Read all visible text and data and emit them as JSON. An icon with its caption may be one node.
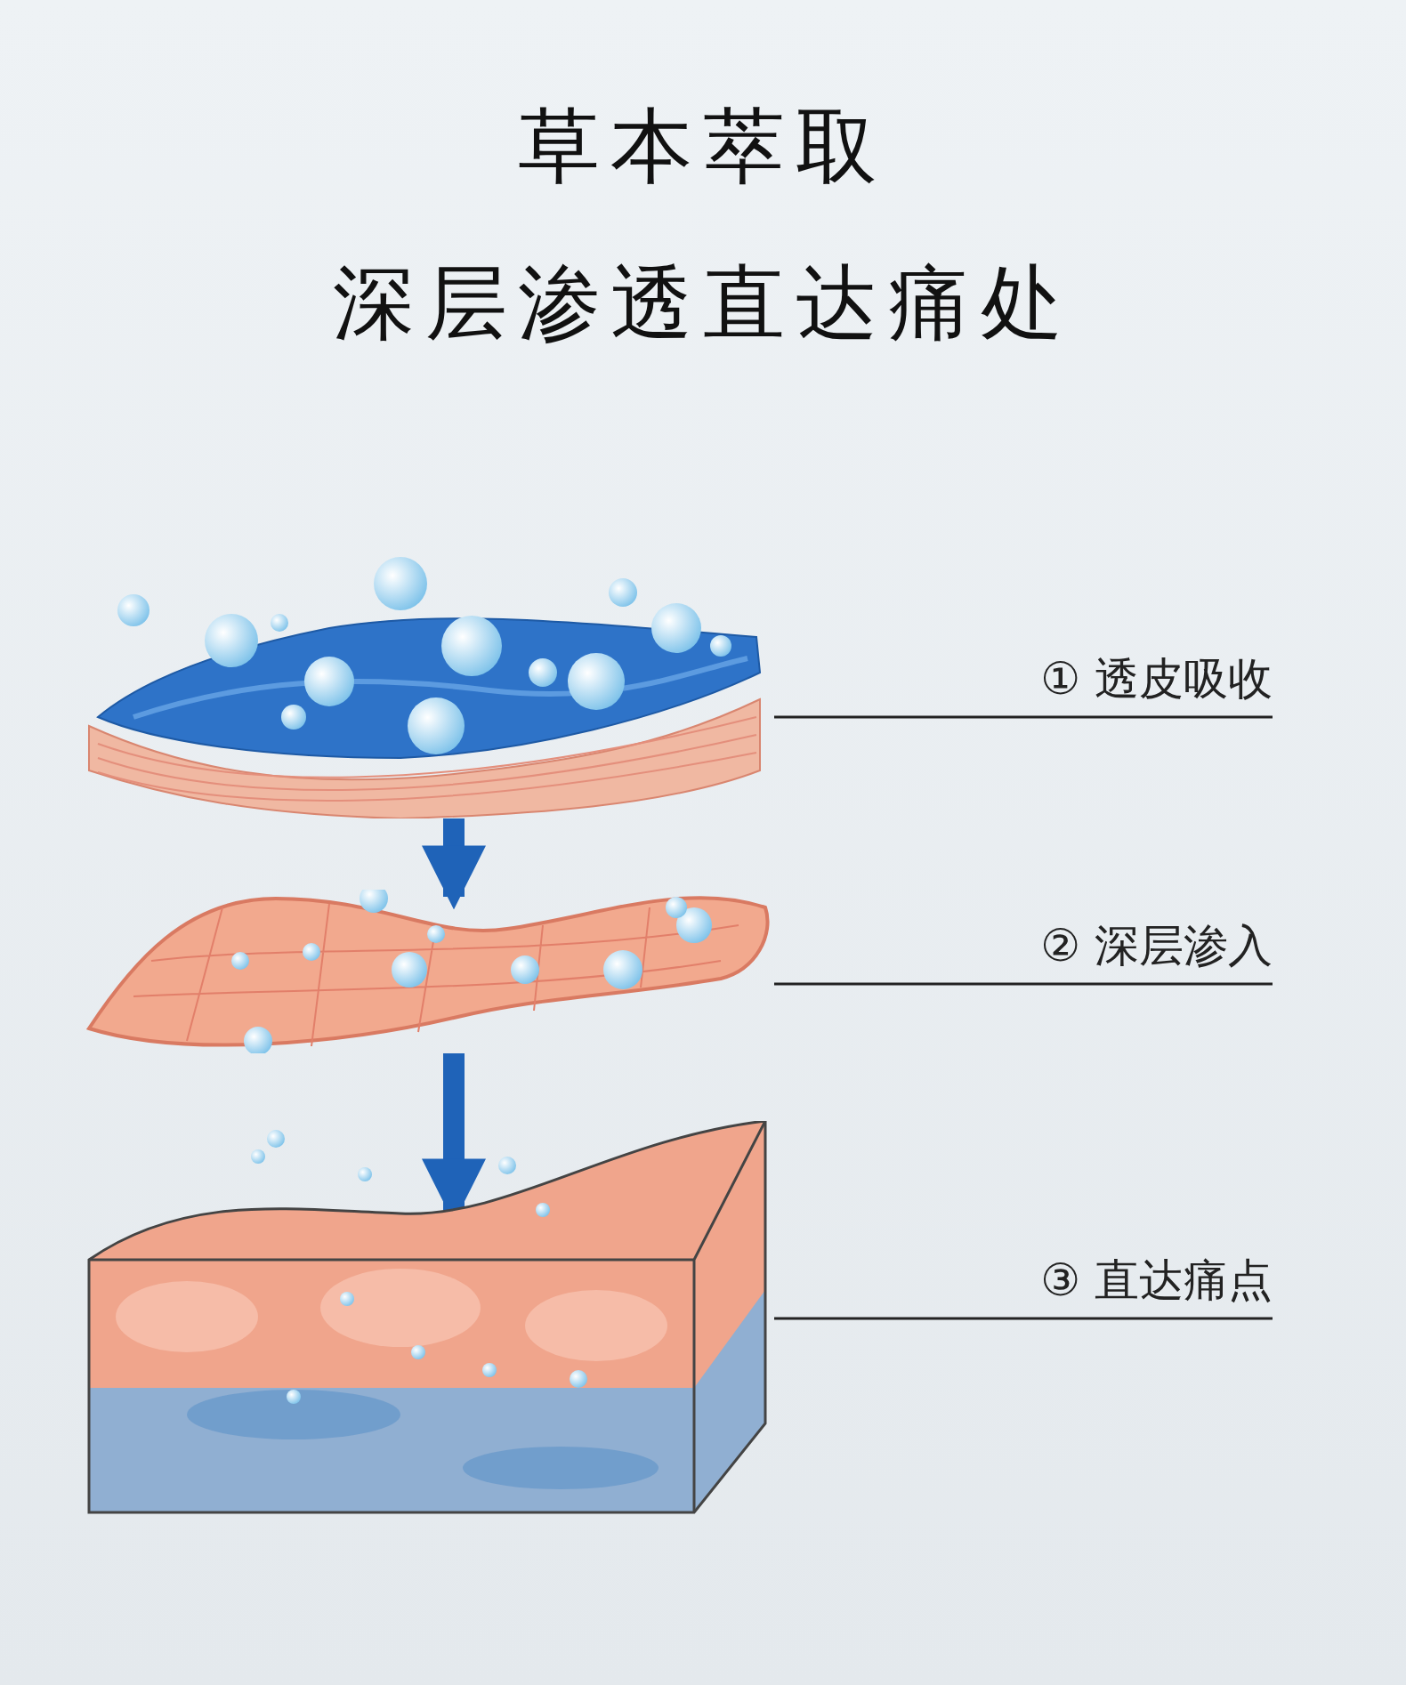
{
  "diagram": {
    "title": "草本萃取",
    "nodes": [
      {
        "text": [],
        "shape": "picture"
      },
      {
        "text": [
          "① 透皮吸收"
        ]
      },
      {
        "text": [],
        "shape": "picture"
      },
      {
        "text": [
          "② 深层渗入"
        ]
      },
      {
        "text": [],
        "shape": "picture"
      },
      {
        "text": [
          "③ 直达痛点"
        ]
      }
    ],
    "edges": [
      {
        "from": 1,
        "to": 0,
        "arrow": "none"
      },
      {
        "from": 0,
        "to": 2,
        "arrow": "to",
        "color": "#1f63b8",
        "style": "thick"
      },
      {
        "from": 3,
        "to": 2,
        "arrow": "none"
      },
      {
        "from": 2,
        "to": 4,
        "arrow": "to",
        "color": "#1f63b8",
        "style": "thick"
      },
      {
        "from": 5,
        "to": 4,
        "arrow": "none"
      }
    ],
    "labels": [
      "深层渗透直达痛处"
    ]
  }
}
